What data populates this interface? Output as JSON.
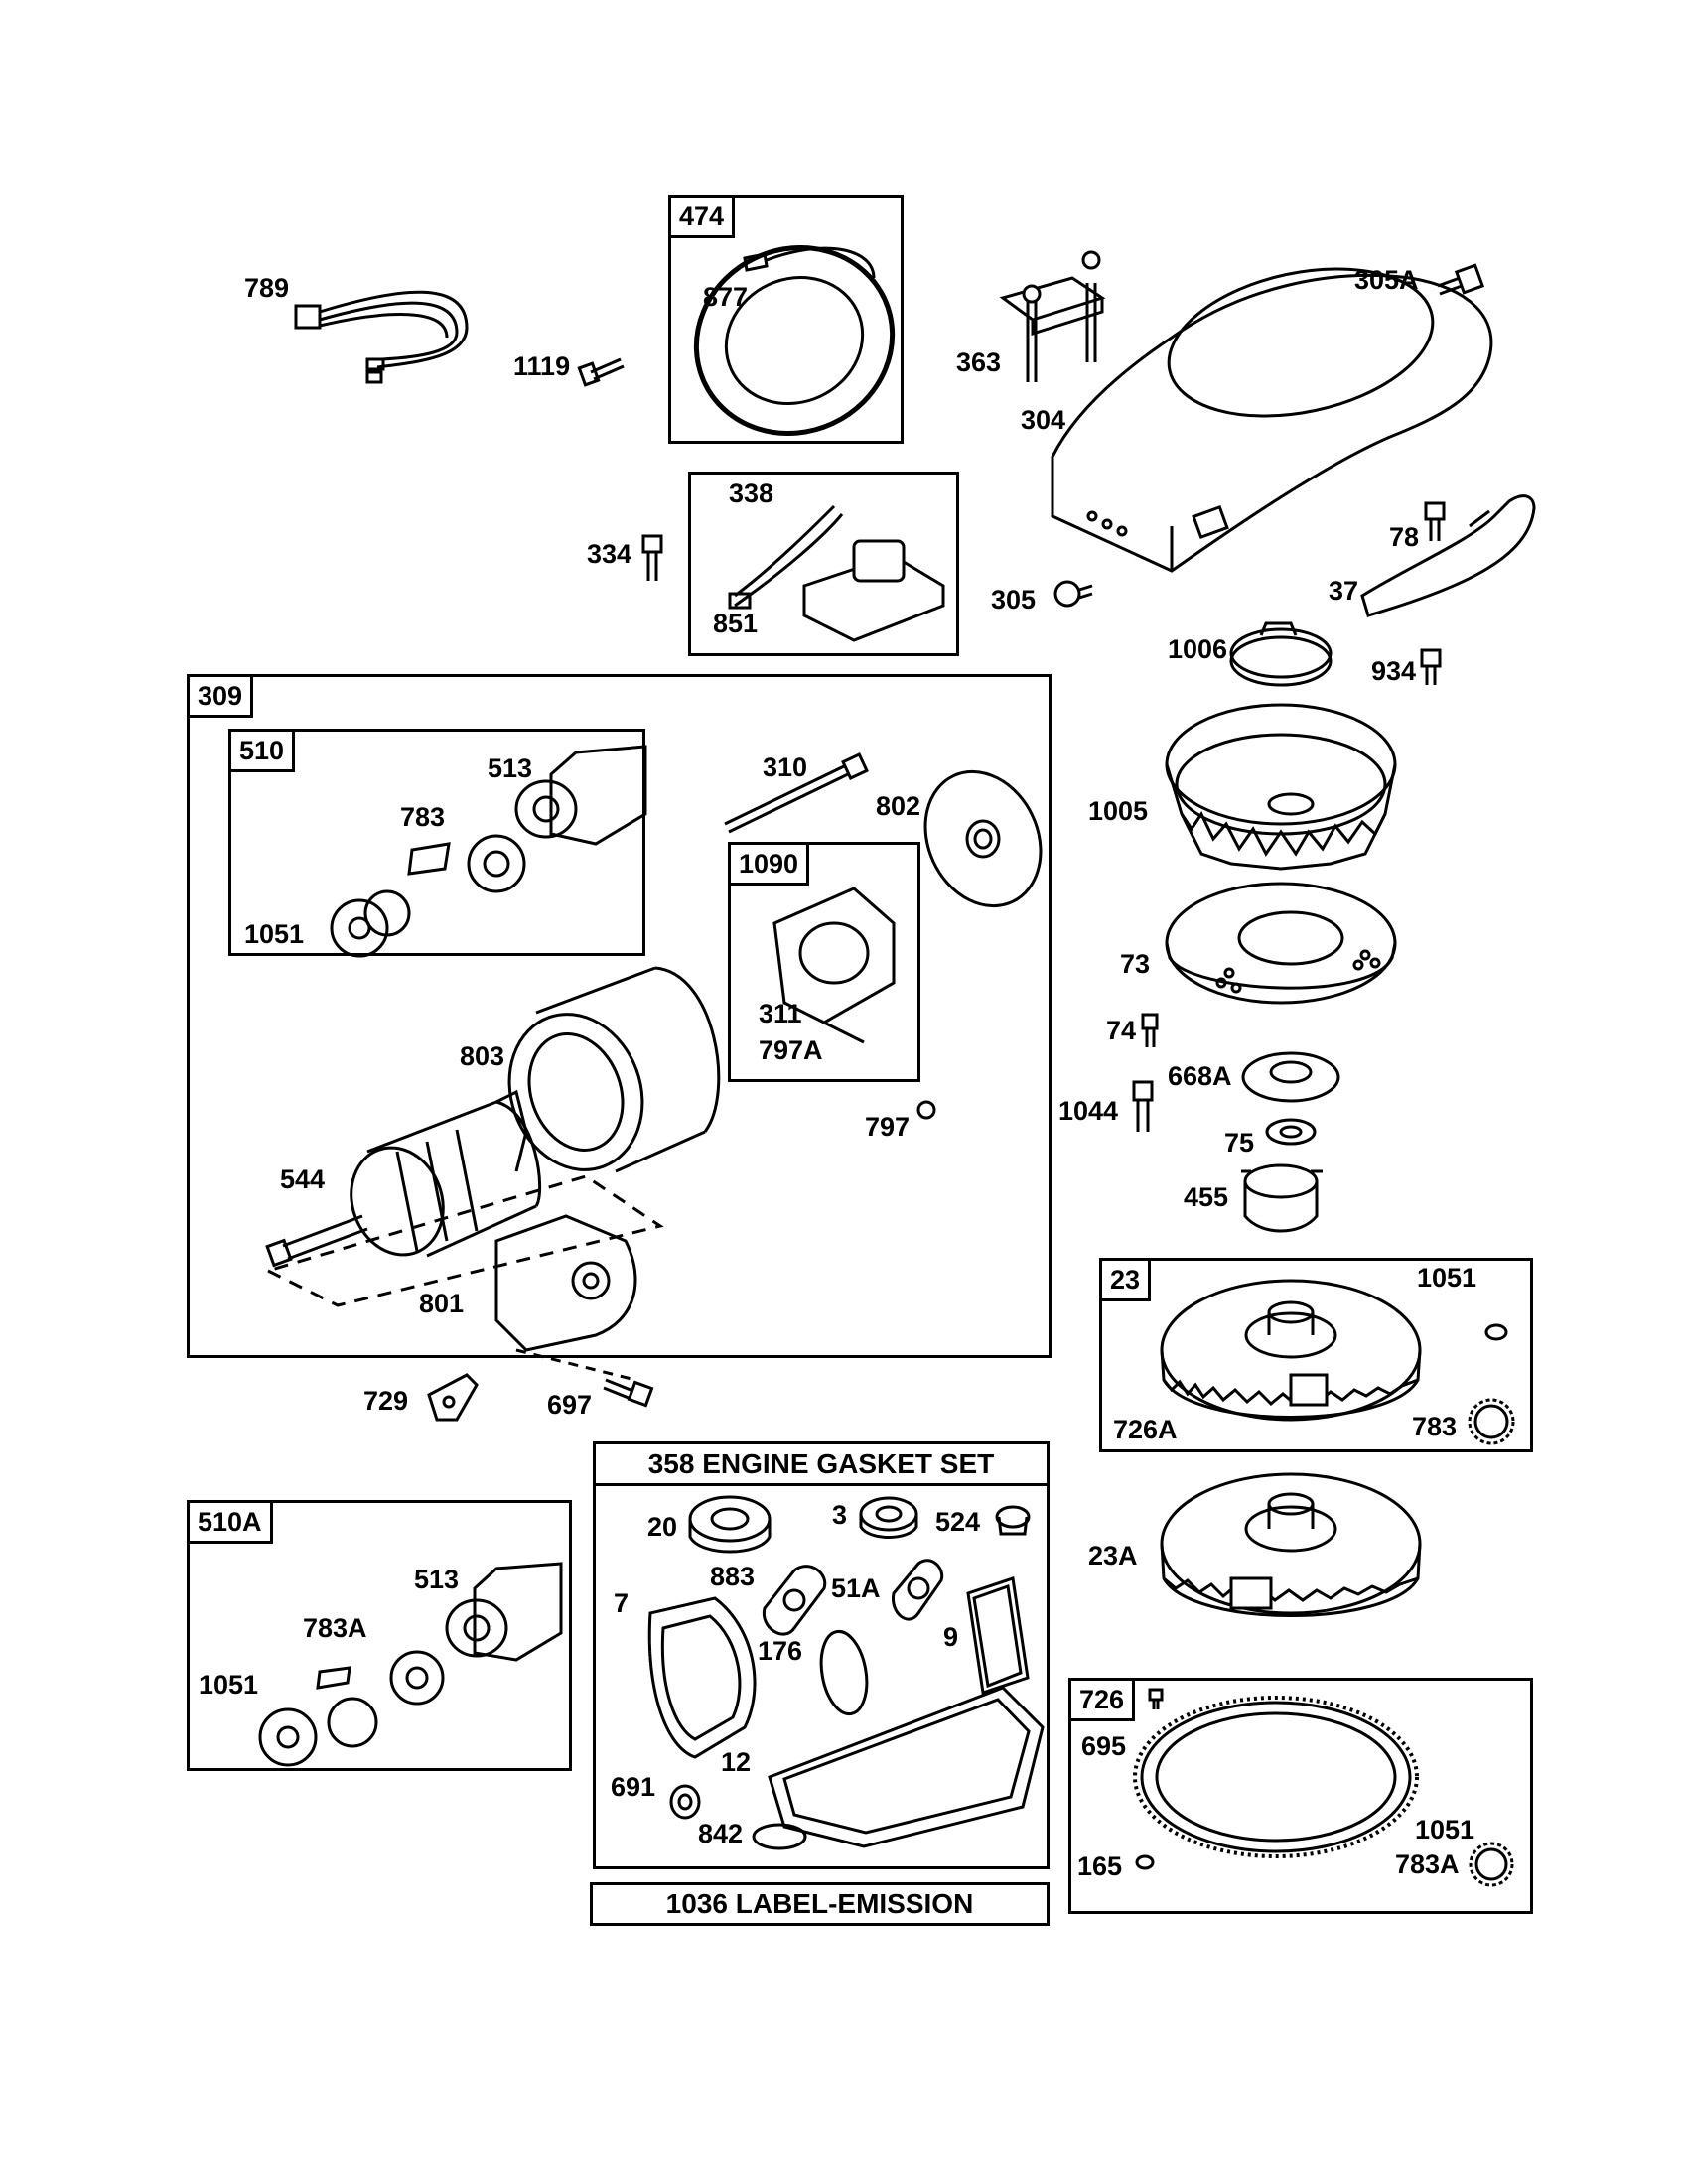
{
  "boxes": {
    "b474": "474",
    "b338": "338",
    "b309": "309",
    "b510": "510",
    "b1090": "1090",
    "b23": "23",
    "b510A": "510A",
    "b726": "726"
  },
  "banners": {
    "gasket_set": "358 ENGINE GASKET SET",
    "label_emission": "1036 LABEL-EMISSION"
  },
  "callouts": {
    "c789": "789",
    "c1119": "1119",
    "c877": "877",
    "c363": "363",
    "c304": "304",
    "c305A": "305A",
    "c334": "334",
    "c851": "851",
    "c305": "305",
    "c78": "78",
    "c37": "37",
    "c1006": "1006",
    "c934": "934",
    "c513": "513",
    "c783": "783",
    "c1051": "1051",
    "c310": "310",
    "c802": "802",
    "c311": "311",
    "c797A": "797A",
    "c803": "803",
    "c797": "797",
    "c544": "544",
    "c801": "801",
    "c1005": "1005",
    "c73": "73",
    "c74": "74",
    "c668A": "668A",
    "c1044": "1044",
    "c75": "75",
    "c455": "455",
    "c23_1051": "1051",
    "c726A": "726A",
    "c23_783": "783",
    "c729": "729",
    "c697": "697",
    "c510A_513": "513",
    "c783A": "783A",
    "c510A_1051": "1051",
    "c20": "20",
    "c3": "3",
    "c524": "524",
    "c883": "883",
    "c51A": "51A",
    "c7": "7",
    "c176": "176",
    "c9": "9",
    "c12": "12",
    "c691": "691",
    "c842": "842",
    "c23A": "23A",
    "c695": "695",
    "c726_1051": "1051",
    "c165": "165",
    "c726_783A": "783A"
  }
}
